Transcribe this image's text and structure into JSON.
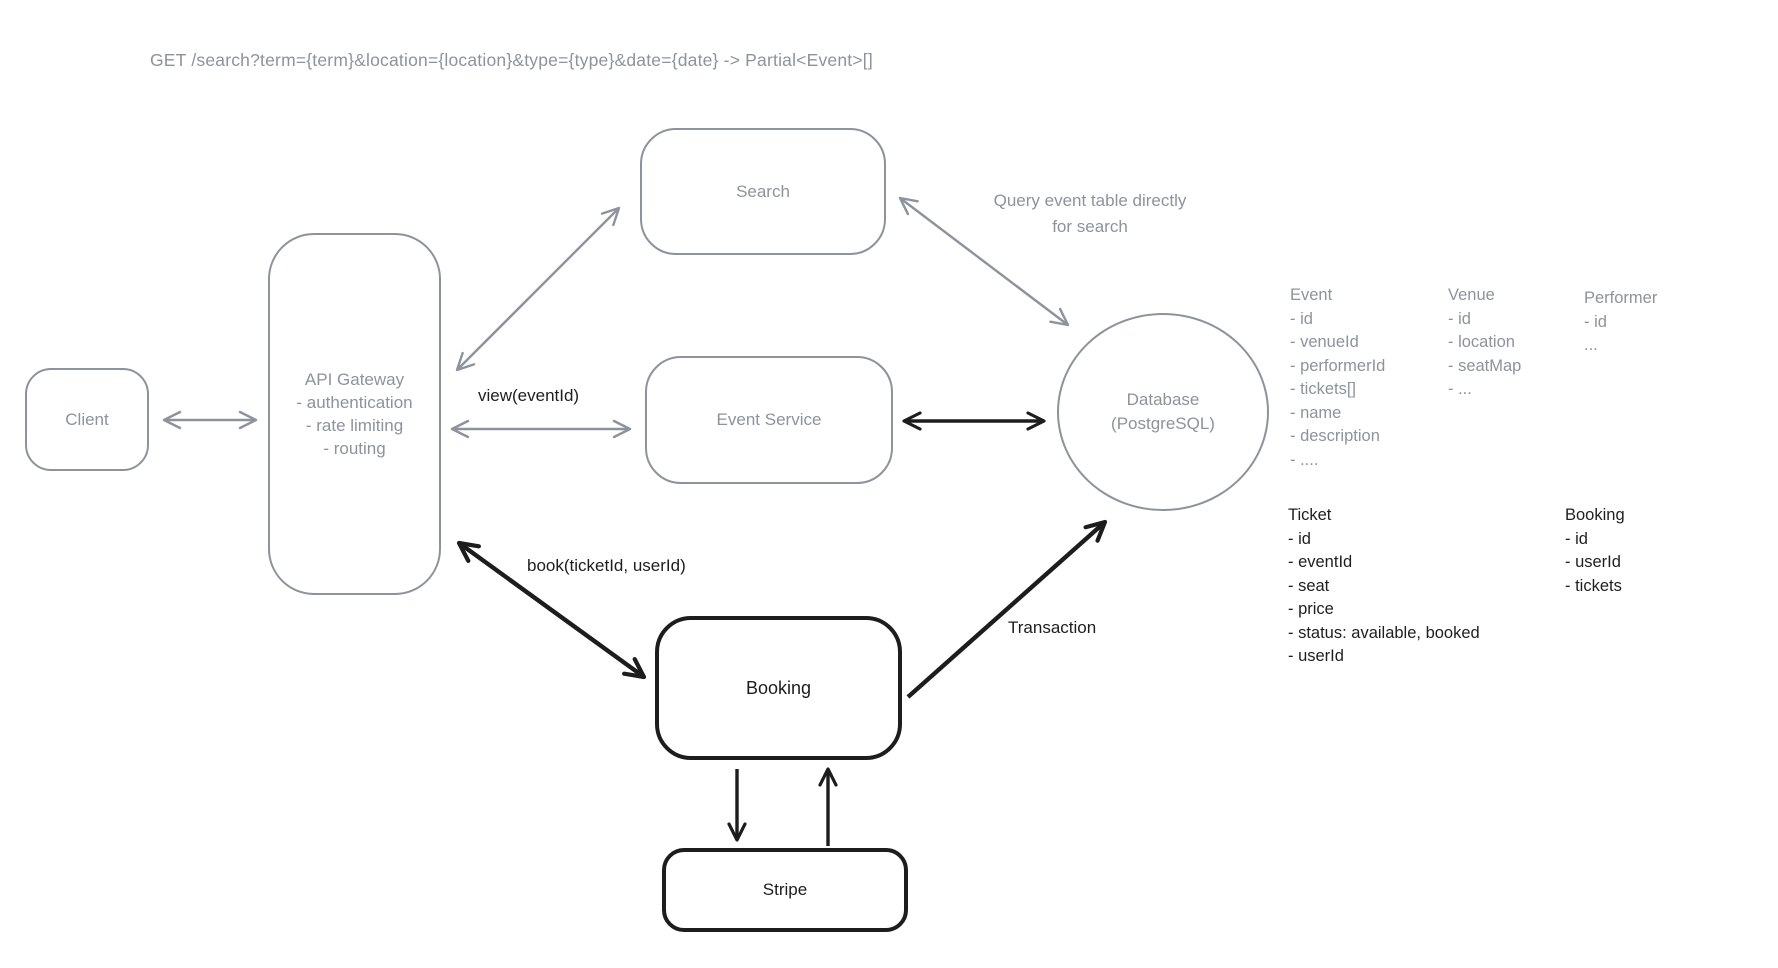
{
  "colors": {
    "gray": "#8d939c",
    "black": "#1e1e1e",
    "background": "#ffffff"
  },
  "annotation": {
    "endpoint": "GET /search?term={term}&location={location}&type={type}&date={date} -> Partial<Event>[]"
  },
  "nodes": {
    "client": {
      "label": "Client"
    },
    "api_gateway": {
      "title": "API Gateway",
      "bullets": [
        "- authentication",
        "- rate limiting",
        "- routing"
      ]
    },
    "search": {
      "label": "Search"
    },
    "event_service": {
      "label": "Event Service"
    },
    "database": {
      "line1": "Database",
      "line2": "(PostgreSQL)"
    },
    "booking": {
      "label": "Booking"
    },
    "stripe": {
      "label": "Stripe"
    }
  },
  "edge_labels": {
    "view": "view(eventId)",
    "book": "book(ticketId, userId)",
    "transaction": "Transaction",
    "query_line1": "Query event table directly",
    "query_line2": "for search"
  },
  "models": {
    "event": {
      "title": "Event",
      "fields": [
        "- id",
        "- venueId",
        "- performerId",
        "- tickets[]",
        "- name",
        "- description",
        "- ...."
      ]
    },
    "venue": {
      "title": "Venue",
      "fields": [
        "- id",
        "- location",
        "- seatMap",
        "- ..."
      ]
    },
    "performer": {
      "title": "Performer",
      "fields": [
        "- id",
        "..."
      ]
    },
    "ticket": {
      "title": "Ticket",
      "fields": [
        "- id",
        "- eventId",
        "- seat",
        "- price",
        "- status: available, booked",
        "- userId"
      ]
    },
    "booking": {
      "title": "Booking",
      "fields": [
        "- id",
        "- userId",
        "- tickets"
      ]
    }
  }
}
